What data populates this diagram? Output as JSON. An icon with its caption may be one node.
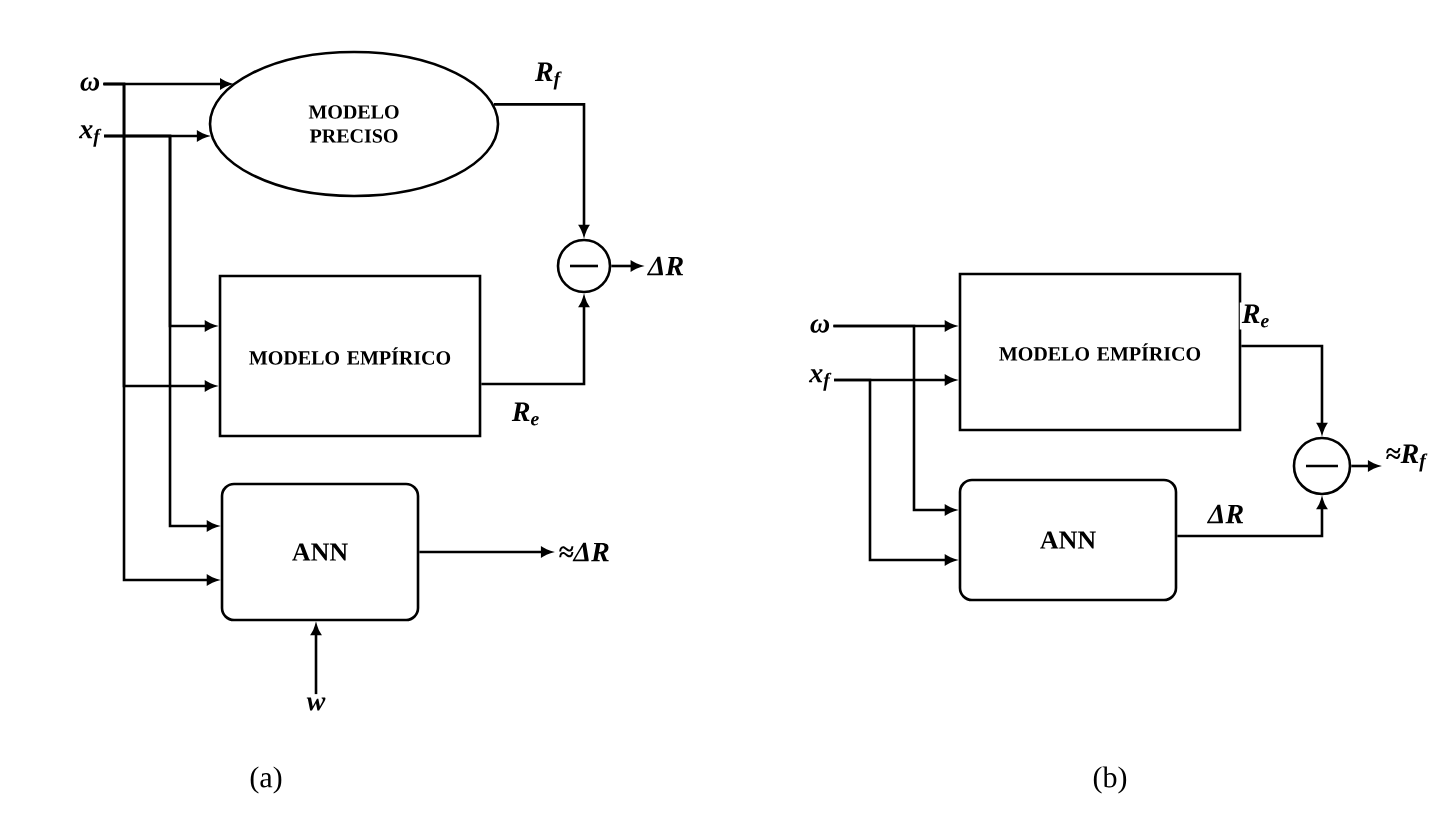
{
  "diagram": {
    "nodes": [
      {
        "text": [
          "ω"
        ]
      },
      {
        "text": [
          "x$_{f}$"
        ]
      },
      {
        "text": [
          "MODELO PRECISO"
        ]
      },
      {
        "text": [],
        "shape": "circle"
      },
      {
        "text": [
          "ΔR"
        ]
      },
      {
        "text": [
          "MODELO EMPÍRICO"
        ]
      },
      {
        "text": [
          "ANN"
        ]
      },
      {
        "text": [
          "≈ΔR"
        ]
      },
      {
        "text": [
          "w"
        ]
      },
      {
        "text": [
          "ω"
        ]
      },
      {
        "text": [
          "x$_{f}$"
        ]
      },
      {
        "text": [
          "MODELO EMPÍRICO"
        ]
      },
      {
        "text": [
          "ANN"
        ]
      },
      {
        "text": [],
        "shape": "circle"
      },
      {
        "text": [
          "≈R$_{f}$"
        ]
      }
    ],
    "edges": [
      {
        "from": 0,
        "to": 2,
        "arrow": "to"
      },
      {
        "from": 1,
        "to": 2,
        "arrow": "to"
      },
      {
        "from": 0,
        "to": 5,
        "arrow": "to"
      },
      {
        "from": 1,
        "to": 5,
        "arrow": "to"
      },
      {
        "from": 0,
        "to": 6,
        "arrow": "to"
      },
      {
        "from": 1,
        "to": 6,
        "arrow": "to"
      },
      {
        "from": 2,
        "to": 3,
        "arrow": "to",
        "label": "R$_{f}$"
      },
      {
        "from": 5,
        "to": 3,
        "arrow": "to",
        "label": "R$_{e}$"
      },
      {
        "from": 3,
        "to": 4,
        "arrow": "to"
      },
      {
        "from": 6,
        "to": 7,
        "arrow": "to"
      },
      {
        "from": 8,
        "to": 6,
        "arrow": "to"
      },
      {
        "from": 9,
        "to": 11,
        "arrow": "to"
      },
      {
        "from": 10,
        "to": 11,
        "arrow": "to"
      },
      {
        "from": 9,
        "to": 12,
        "arrow": "to"
      },
      {
        "from": 10,
        "to": 12,
        "arrow": "to"
      },
      {
        "from": 11,
        "to": 13,
        "arrow": "to",
        "label": "R$_{e}$"
      },
      {
        "from": 12,
        "to": 13,
        "arrow": "to",
        "label": "ΔR"
      },
      {
        "from": 13,
        "to": 14,
        "arrow": "to"
      }
    ],
    "labels": [
      "(a)",
      "(b)"
    ]
  }
}
